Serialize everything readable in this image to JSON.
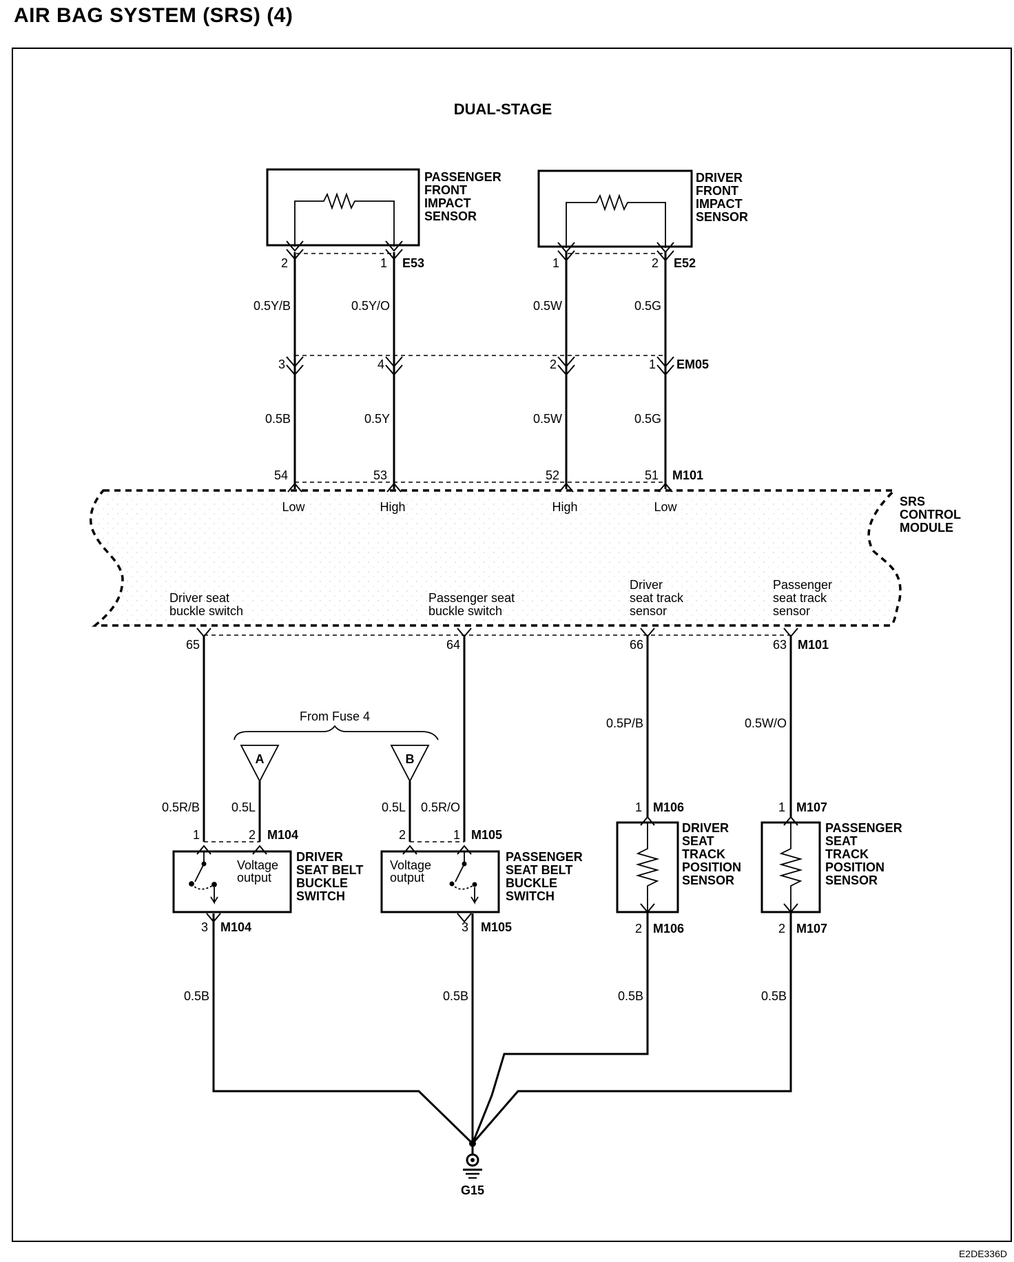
{
  "title": "AIR BAG SYSTEM (SRS) (4)",
  "subtitle": "DUAL-STAGE",
  "doc_code": "E2DE336D",
  "components": {
    "passenger_front_impact_sensor": [
      "PASSENGER",
      "FRONT",
      "IMPACT",
      "SENSOR"
    ],
    "driver_front_impact_sensor": [
      "DRIVER",
      "FRONT",
      "IMPACT",
      "SENSOR"
    ],
    "srs_control_module": [
      "SRS",
      "CONTROL",
      "MODULE"
    ],
    "driver_seat_belt_buckle_switch": [
      "DRIVER",
      "SEAT BELT",
      "BUCKLE",
      "SWITCH"
    ],
    "passenger_seat_belt_buckle_switch": [
      "PASSENGER",
      "SEAT BELT",
      "BUCKLE",
      "SWITCH"
    ],
    "driver_seat_track_position_sensor": [
      "DRIVER",
      "SEAT",
      "TRACK",
      "POSITION",
      "SENSOR"
    ],
    "passenger_seat_track_position_sensor": [
      "PASSENGER",
      "SEAT",
      "TRACK",
      "POSITION",
      "SENSOR"
    ]
  },
  "connectors": {
    "e53": "E53",
    "e52": "E52",
    "em05": "EM05",
    "m101": "M101",
    "m104": "M104",
    "m105": "M105",
    "m106": "M106",
    "m107": "M107",
    "ground": "G15"
  },
  "pins": {
    "e53_left": "2",
    "e53_right": "1",
    "e52_left": "1",
    "e52_right": "2",
    "em05": [
      "3",
      "4",
      "2",
      "1"
    ],
    "m101_top": [
      "54",
      "53",
      "52",
      "51"
    ],
    "m101_bottom": [
      "65",
      "64",
      "66",
      "63"
    ],
    "m104_top": [
      "1",
      "2"
    ],
    "m105_top": [
      "2",
      "1"
    ],
    "m104_bottom": "3",
    "m105_bottom": "3",
    "m106_top": "1",
    "m106_bottom": "2",
    "m107_top": "1",
    "m107_bottom": "2"
  },
  "wires": {
    "top": [
      "0.5Y/B",
      "0.5Y/O",
      "0.5W",
      "0.5G"
    ],
    "mid": [
      "0.5B",
      "0.5Y",
      "0.5W",
      "0.5G"
    ],
    "m101_lower": [
      "0.5P/B",
      "0.5W/O"
    ],
    "buckle_feed": [
      "0.5R/B",
      "0.5L",
      "0.5L",
      "0.5R/O"
    ],
    "ground": [
      "0.5B",
      "0.5B",
      "0.5B",
      "0.5B"
    ]
  },
  "module_terminals": {
    "top": [
      "Low",
      "High",
      "High",
      "Low"
    ],
    "driver_seat_buckle": [
      "Driver seat",
      "buckle switch"
    ],
    "passenger_seat_buckle": [
      "Passenger seat",
      "buckle switch"
    ],
    "driver_seat_track": [
      "Driver",
      "seat track",
      "sensor"
    ],
    "passenger_seat_track": [
      "Passenger",
      "seat track",
      "sensor"
    ]
  },
  "fuse": {
    "label": "From Fuse 4",
    "a": "A",
    "b": "B"
  },
  "voltage_output": [
    "Voltage",
    "output"
  ]
}
